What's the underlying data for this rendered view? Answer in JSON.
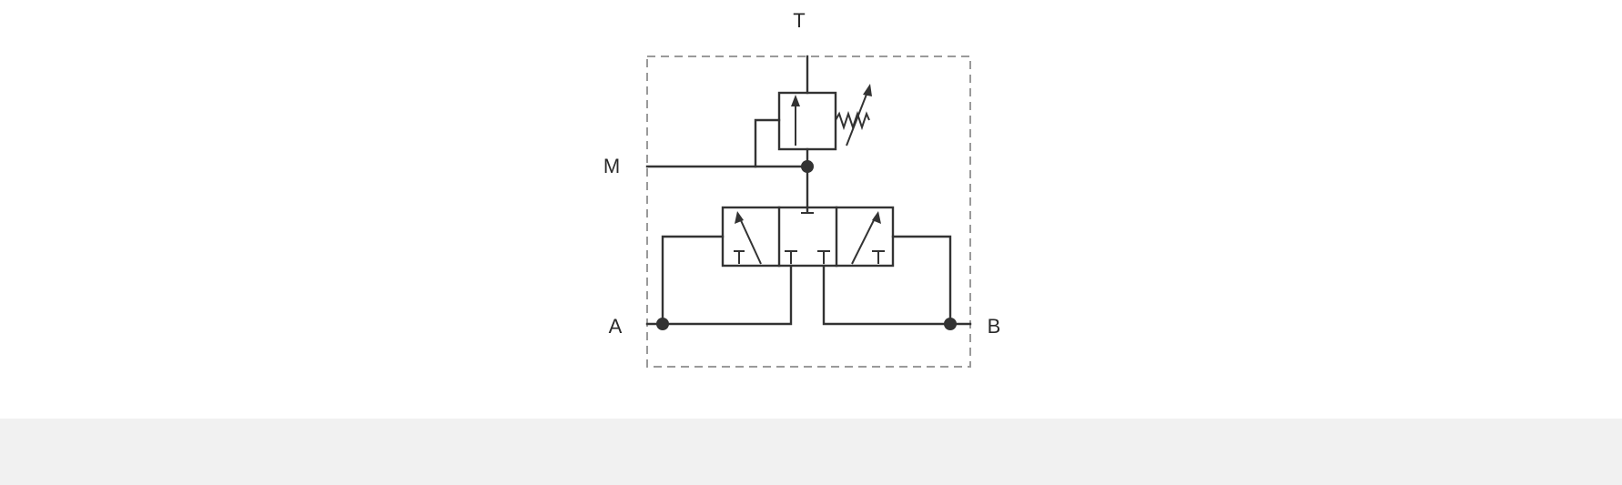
{
  "diagram": {
    "ports": {
      "tank": "T",
      "gauge": "M",
      "port_a": "A",
      "port_b": "B"
    }
  },
  "footer": {}
}
